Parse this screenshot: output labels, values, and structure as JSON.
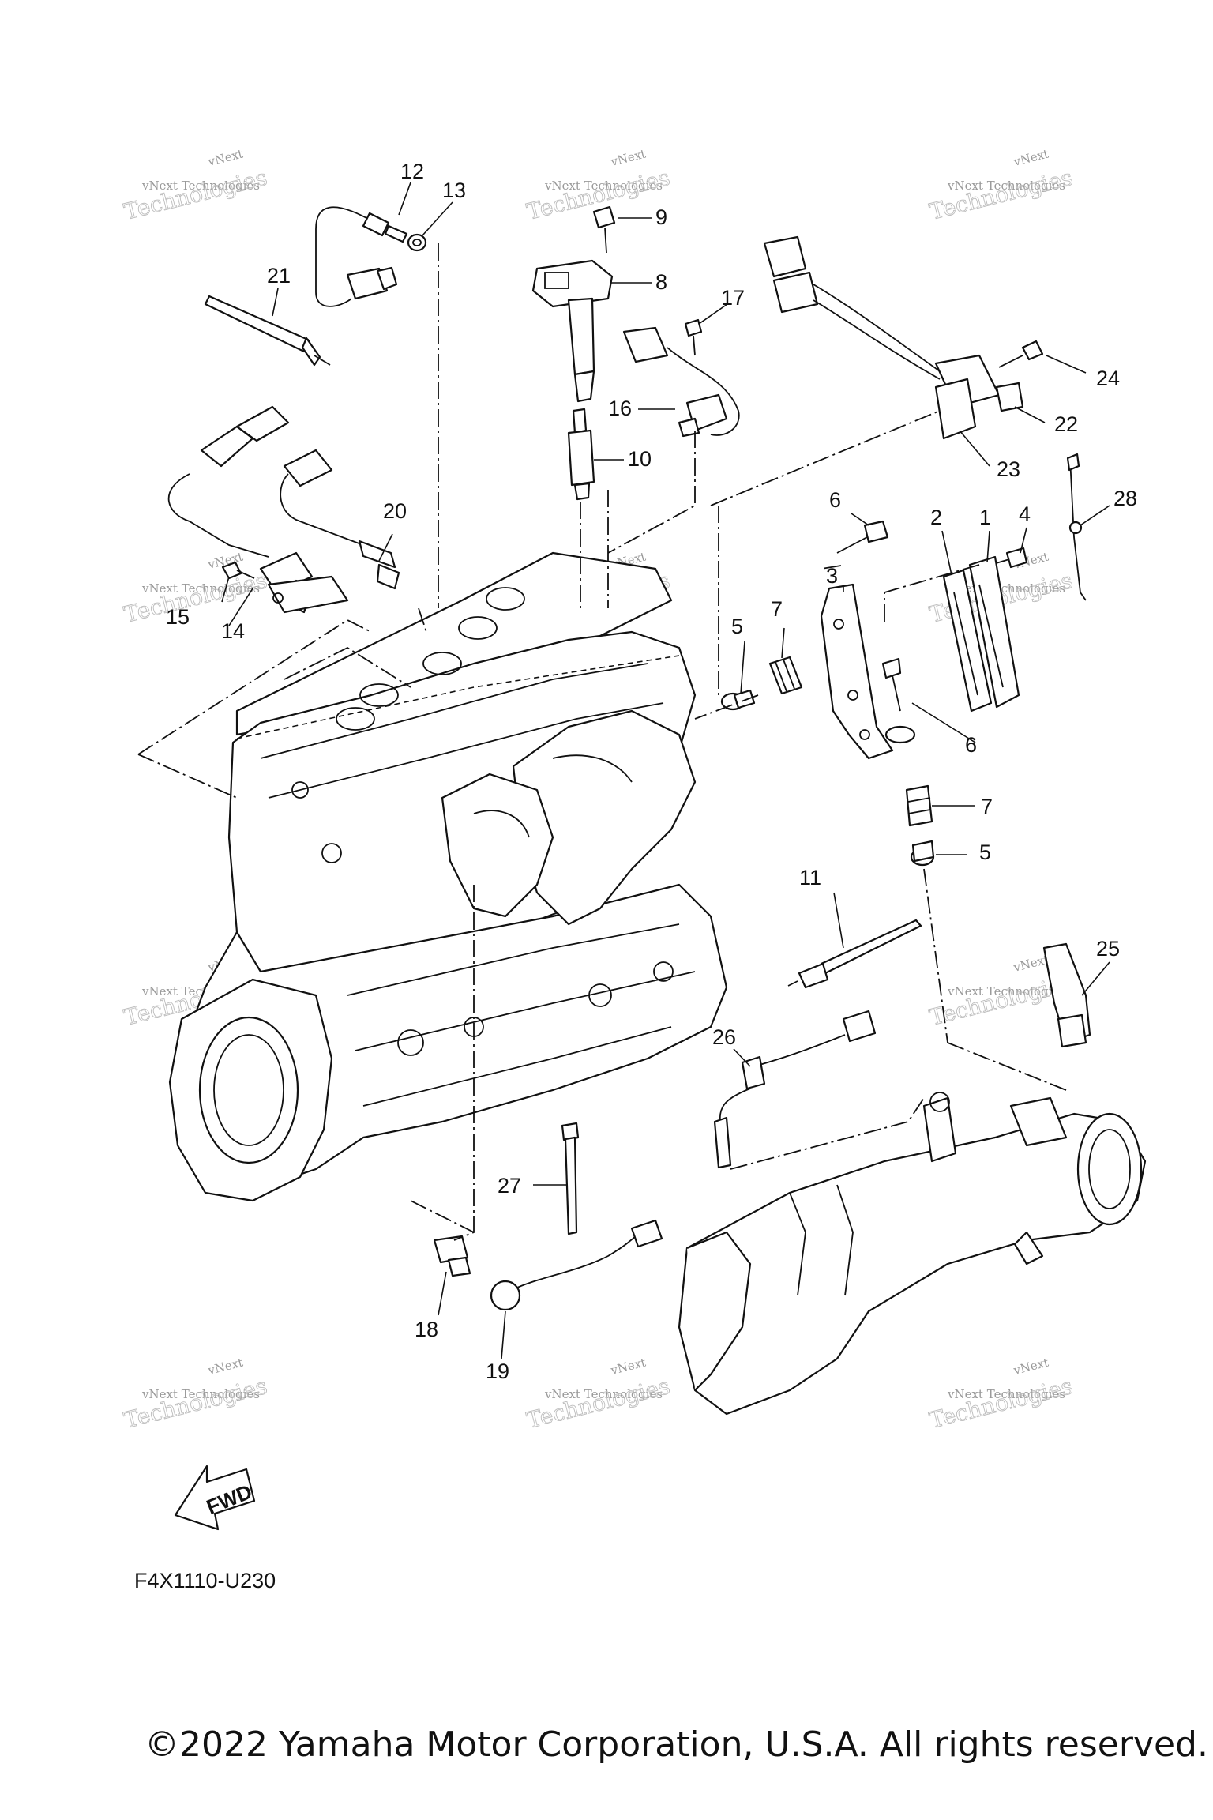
{
  "diagram": {
    "drawing_code": "F4X1110-U230",
    "copyright": "©2022 Yamaha Motor Corporation, U.S.A. All rights reserved.",
    "fwd_label": "FWD",
    "watermark": {
      "line1": "vNext",
      "line2": "vNext Technologies",
      "line3": "Technologies"
    },
    "callouts": [
      {
        "id": "c1",
        "label": "1"
      },
      {
        "id": "c2",
        "label": "2"
      },
      {
        "id": "c3",
        "label": "3"
      },
      {
        "id": "c4",
        "label": "4"
      },
      {
        "id": "c5a",
        "label": "5"
      },
      {
        "id": "c5b",
        "label": "5"
      },
      {
        "id": "c6a",
        "label": "6"
      },
      {
        "id": "c6b",
        "label": "6"
      },
      {
        "id": "c7a",
        "label": "7"
      },
      {
        "id": "c7b",
        "label": "7"
      },
      {
        "id": "c8",
        "label": "8"
      },
      {
        "id": "c9",
        "label": "9"
      },
      {
        "id": "c10",
        "label": "10"
      },
      {
        "id": "c11",
        "label": "11"
      },
      {
        "id": "c12",
        "label": "12"
      },
      {
        "id": "c13",
        "label": "13"
      },
      {
        "id": "c14",
        "label": "14"
      },
      {
        "id": "c15",
        "label": "15"
      },
      {
        "id": "c16",
        "label": "16"
      },
      {
        "id": "c17",
        "label": "17"
      },
      {
        "id": "c18",
        "label": "18"
      },
      {
        "id": "c19",
        "label": "19"
      },
      {
        "id": "c20",
        "label": "20"
      },
      {
        "id": "c21",
        "label": "21"
      },
      {
        "id": "c22",
        "label": "22"
      },
      {
        "id": "c23",
        "label": "23"
      },
      {
        "id": "c24",
        "label": "24"
      },
      {
        "id": "c25",
        "label": "25"
      },
      {
        "id": "c26",
        "label": "26"
      },
      {
        "id": "c27",
        "label": "27"
      },
      {
        "id": "c28",
        "label": "28"
      }
    ]
  }
}
